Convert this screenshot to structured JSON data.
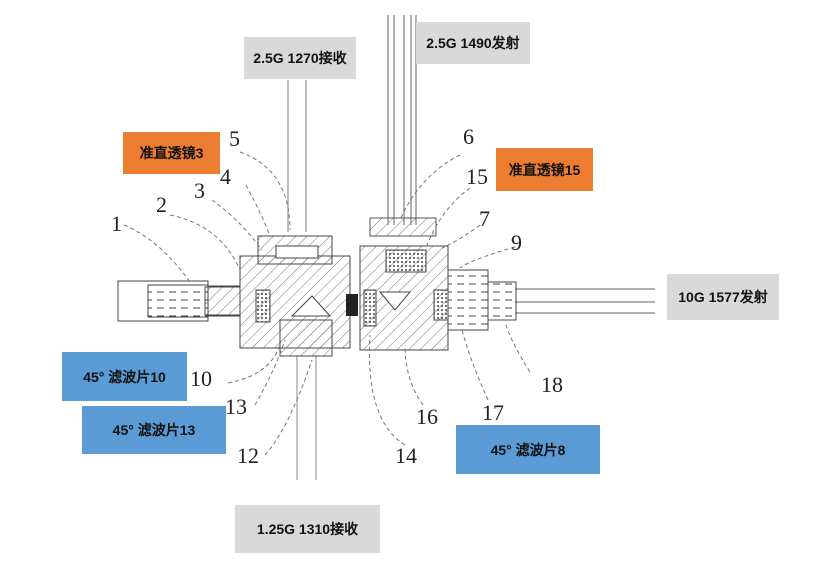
{
  "diagram": {
    "type": "optical-component-cross-section",
    "port_labels": {
      "rx_2_5g_1270": "2.5G 1270接收",
      "tx_2_5g_1490": "2.5G 1490发射",
      "tx_10g_1577": "10G 1577发射",
      "rx_1_25g_1310": "1.25G 1310接收"
    },
    "lens_labels": {
      "collimating_lens_3": "准直透镜3",
      "collimating_lens_15": "准直透镜15"
    },
    "filter_labels": {
      "filter_10": "45° 滤波片10",
      "filter_13": "45° 滤波片13",
      "filter_8": "45° 滤波片8"
    },
    "part_numbers": [
      "1",
      "2",
      "3",
      "4",
      "5",
      "6",
      "7",
      "9",
      "10",
      "12",
      "13",
      "14",
      "15",
      "16",
      "17",
      "18"
    ],
    "colors": {
      "port_box": "#d9d9d9",
      "lens_box": "#ed7d31",
      "filter_box": "#5b9bd5",
      "line": "#555555"
    }
  }
}
